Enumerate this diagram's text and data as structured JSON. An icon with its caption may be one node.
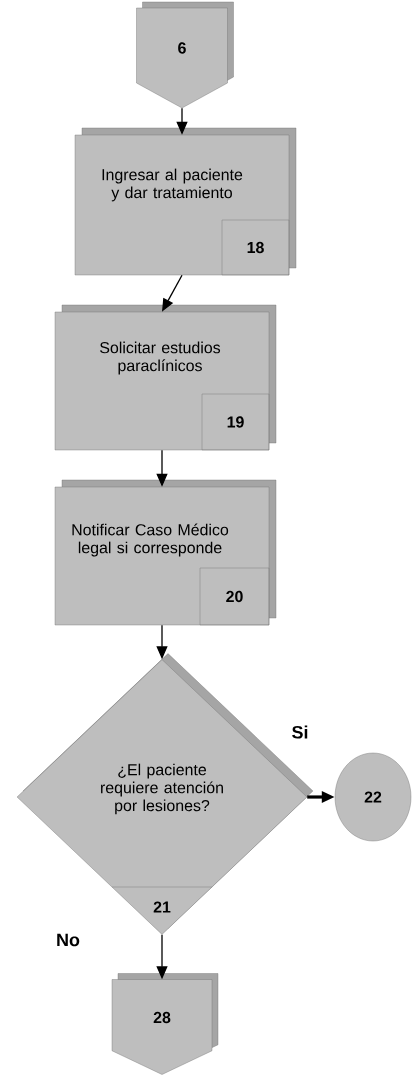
{
  "diagram": {
    "nodes": [
      {
        "text": [
          "6"
        ]
      },
      {
        "text": [
          "Ingresar al paciente y dar tratamiento",
          "18"
        ]
      },
      {
        "text": [
          "Solicitar estudios paraclínicos",
          "19"
        ]
      },
      {
        "text": [
          "Notificar Caso Médico legal si corresponde",
          "20"
        ]
      },
      {
        "text": [
          "¿El paciente requiere atención por lesiones?",
          "21"
        ]
      },
      {
        "text": [
          "22"
        ]
      },
      {
        "text": [
          "28"
        ]
      }
    ],
    "edges": [
      {
        "from": 0,
        "to": 1,
        "arrow": "to"
      },
      {
        "from": 1,
        "to": 2,
        "arrow": "to"
      },
      {
        "from": 2,
        "to": 3,
        "arrow": "to"
      },
      {
        "from": 3,
        "to": 4,
        "arrow": "to"
      },
      {
        "from": 4,
        "to": 5,
        "arrow": "to",
        "label": "Si",
        "style": "thick"
      },
      {
        "from": 4,
        "to": 6,
        "arrow": "to",
        "label": "No"
      }
    ]
  }
}
